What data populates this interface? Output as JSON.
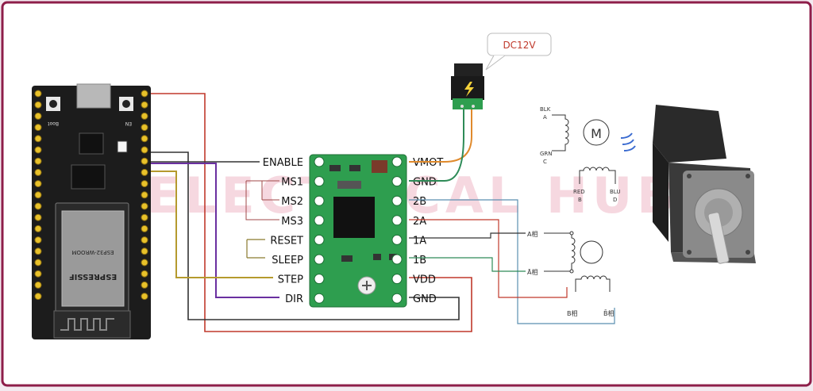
{
  "power": {
    "label": "DC12V",
    "color": "#c0392b"
  },
  "watermark": "ELECTRICAL HUB",
  "driver": {
    "left_pins": [
      "ENABLE",
      "MS1",
      "MS2",
      "MS3",
      "RESET",
      "SLEEP",
      "STEP",
      "DIR"
    ],
    "right_pins": [
      "VMOT",
      "GND",
      "2B",
      "2A",
      "1A",
      "1B",
      "VDD",
      "GND"
    ],
    "board_color": "#2e9e4f"
  },
  "esp32": {
    "buttons": [
      "Boot",
      "EN"
    ],
    "module_text": "ESP32-WROOM",
    "brand_text": "ESPRESSIF"
  },
  "motor_schematic": {
    "top_coil": {
      "wire1": "BLK",
      "wire1_phase": "A",
      "wire2": "GRN",
      "wire2_phase": "C",
      "wire3": "RED",
      "wire3_phase": "B",
      "wire4": "BLU",
      "wire4_phase": "D",
      "motor_symbol": "M"
    },
    "bottom_coil": {
      "a_plus": "A相",
      "a_minus": "Ā相",
      "b_plus": "B相",
      "b_minus": "B̄相"
    }
  },
  "wire_colors": {
    "red": "#c0392b",
    "dark": "#333333",
    "purple": "#6a2fa0",
    "olive": "#b59a2e",
    "orange": "#e08a2c",
    "green": "#2e8b57",
    "blue": "#5b8fb0"
  }
}
